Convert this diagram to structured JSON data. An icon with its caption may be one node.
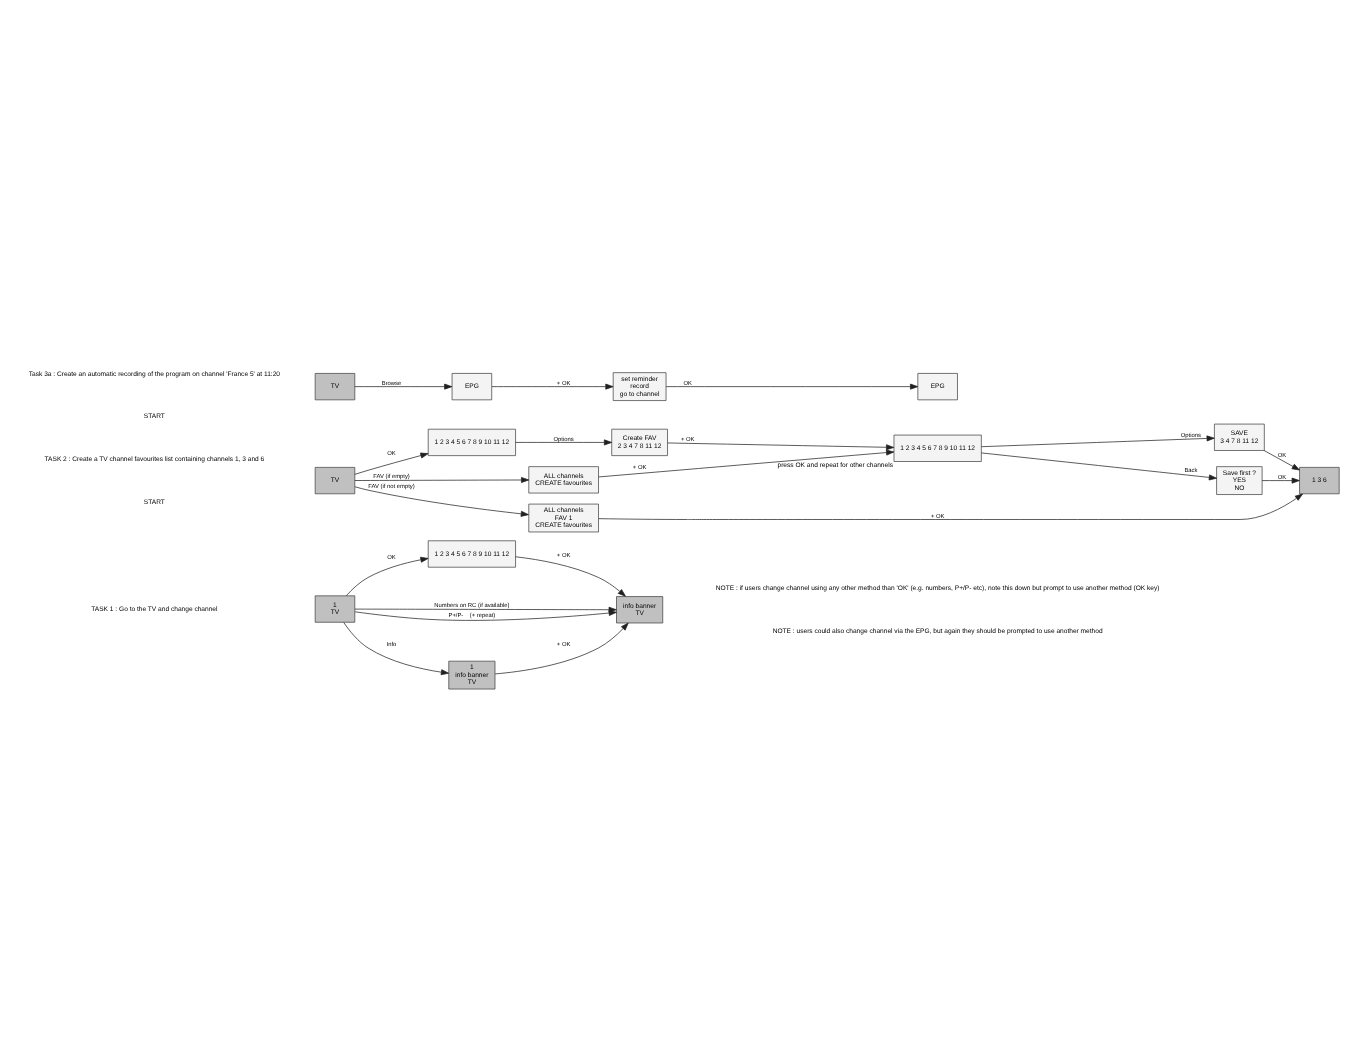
{
  "diagram": {
    "nodes": [
      {
        "text": [
          "1",
          "TV"
        ]
      },
      {
        "text": [
          "1 2 3 4 5 6 7 8 9 10 11 12"
        ]
      },
      {
        "text": [
          "info banner",
          "TV"
        ]
      },
      {
        "text": [
          "1",
          "info banner",
          "TV"
        ]
      },
      {
        "text": [
          "TV"
        ]
      },
      {
        "text": [
          "1 2 3 4 5 6 7 8 9 10 11 12"
        ]
      },
      {
        "text": [
          "Create FAV",
          "2 3 4 7 8 11 12"
        ]
      },
      {
        "text": [
          "1 2 3 4 5 6 7 8 9 10 11 12"
        ],
        "beside": [
          "press OK and repeat for other channels"
        ]
      },
      {
        "text": [
          "SAVE",
          "3 4 7 8 11 12"
        ]
      },
      {
        "text": [
          "1 3 6"
        ]
      },
      {
        "text": [
          "Save first ?",
          "YES",
          "NO"
        ]
      },
      {
        "text": [
          "ALL channels",
          "CREATE favourites"
        ]
      },
      {
        "text": [
          "ALL channels",
          "FAV 1",
          "CREATE favourites"
        ]
      },
      {
        "text": [
          "TV"
        ]
      },
      {
        "text": [
          "EPG"
        ]
      },
      {
        "text": [
          "set reminder",
          "record",
          "go to channel"
        ]
      },
      {
        "text": [
          "EPG"
        ]
      }
    ],
    "edges": [
      {
        "from": 0,
        "to": 2,
        "arrow": "to",
        "label": "Numbers on RC (if available)"
      },
      {
        "from": 0,
        "to": 1,
        "arrow": "to",
        "label": "OK"
      },
      {
        "from": 1,
        "to": 2,
        "arrow": "to",
        "label": "+ OK"
      },
      {
        "from": 0,
        "to": 2,
        "arrow": "to",
        "label": "P+/P-    (+ repeat)"
      },
      {
        "from": 0,
        "to": 3,
        "arrow": "to",
        "label": "Info"
      },
      {
        "from": 3,
        "to": 2,
        "arrow": "to",
        "label": "+ OK"
      },
      {
        "from": 4,
        "to": 5,
        "arrow": "to",
        "label": "OK"
      },
      {
        "from": 5,
        "to": 6,
        "arrow": "to",
        "label": "Options"
      },
      {
        "from": 6,
        "to": 7,
        "arrow": "to",
        "label": "+ OK"
      },
      {
        "from": 7,
        "to": 8,
        "arrow": "to",
        "label": "Options"
      },
      {
        "from": 8,
        "to": 9,
        "arrow": "to",
        "label": "OK"
      },
      {
        "from": 7,
        "to": 10,
        "arrow": "to",
        "label": "Back"
      },
      {
        "from": 10,
        "to": 9,
        "arrow": "to",
        "label": "OK"
      },
      {
        "from": 4,
        "to": 11,
        "arrow": "to",
        "label": "FAV (if empty)"
      },
      {
        "from": 11,
        "to": 7,
        "arrow": "to",
        "label": "+ OK"
      },
      {
        "from": 4,
        "to": 12,
        "arrow": "to",
        "label": "FAV (if not empty)"
      },
      {
        "from": 12,
        "to": 9,
        "arrow": "to",
        "label": "+ OK"
      },
      {
        "from": 13,
        "to": 14,
        "arrow": "to",
        "label": "Browse"
      },
      {
        "from": 14,
        "to": 15,
        "arrow": "to",
        "label": "+ OK"
      },
      {
        "from": 15,
        "to": 16,
        "arrow": "to",
        "label": "OK"
      }
    ],
    "labels": [
      "TASK 1 : Go to the TV and change channel",
      "NOTE : if users change channel using any other method than 'OK' (e.g. numbers, P+/P- etc), note this down but prompt to use another method (OK key)",
      "NOTE : users could also change channel via the EPG, but again they should be prompted to use another method",
      "TASK 2 : Create a TV channel favourites list containing channels 1, 3 and 6",
      "START",
      "Task 3a : Create an automatic recording of the program on channel 'France 5' at 11:20",
      "START"
    ]
  }
}
